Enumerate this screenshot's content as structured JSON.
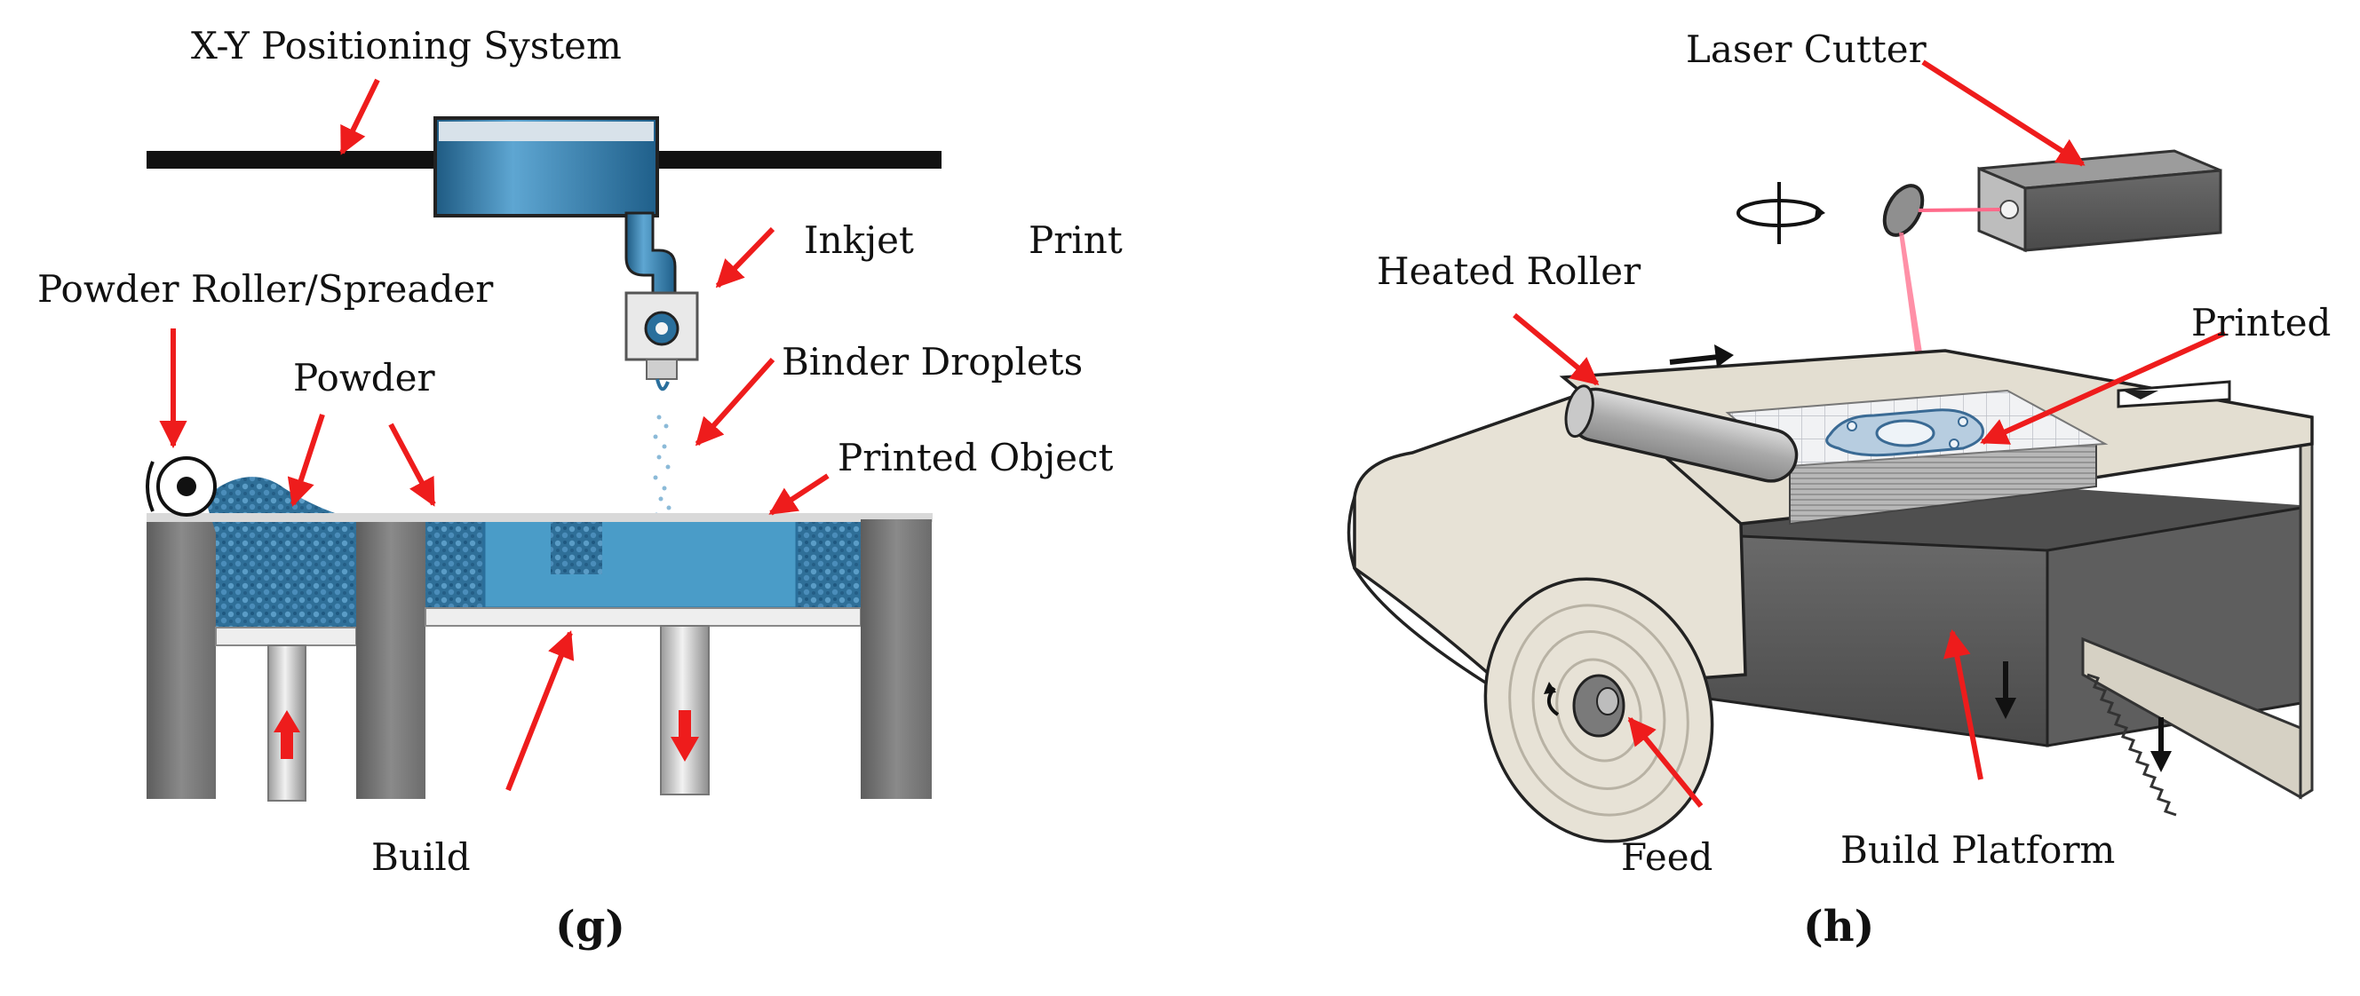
{
  "panels": [
    {
      "id": "g",
      "caption": "(g)",
      "labels": {
        "xy_system": "X-Y Positioning System",
        "inkjet": "Inkjet",
        "print": "Print",
        "powder_roller": "Powder Roller/Spreader",
        "powder": "Powder",
        "binder_droplets": "Binder Droplets",
        "printed_object": "Printed Object",
        "build": "Build"
      }
    },
    {
      "id": "h",
      "caption": "(h)",
      "labels": {
        "laser_cutter": "Laser Cutter",
        "heated_roller": "Heated Roller",
        "printed": "Printed",
        "feed": "Feed",
        "build_platform": "Build Platform"
      }
    }
  ],
  "colors": {
    "arrow": "#ee1c1c",
    "powder_blue": "#2a6f9c",
    "object_blue": "#4a9cc8",
    "frame_gray": "#7a7a7a",
    "film_beige": "#e7e2d6",
    "platform_gray": "#5c5c5c",
    "laser": "#ff6a8a"
  }
}
